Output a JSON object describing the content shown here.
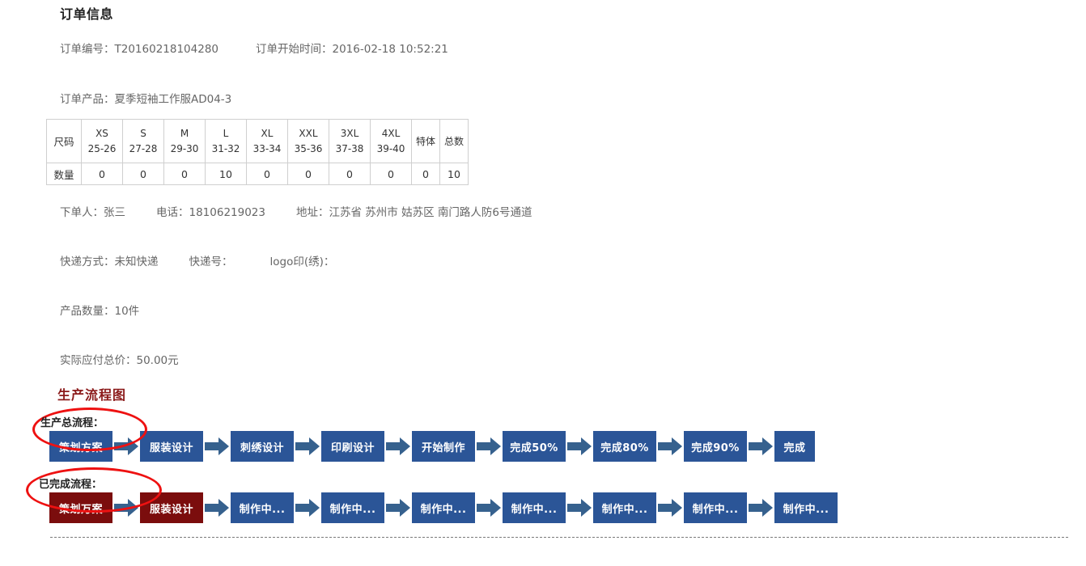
{
  "order": {
    "section_title": "订单信息",
    "order_no_label": "订单编号：",
    "order_no_value": "T20160218104280",
    "start_time_label": "订单开始时间：",
    "start_time_value": "2016-02-18 10:52:21",
    "product_label": "订单产品：",
    "product_value": "夏季短袖工作服AD04-3",
    "customer_label": "下单人：",
    "customer_value": "张三",
    "phone_label": "电话：",
    "phone_value": "18106219023",
    "address_label": "地址：",
    "address_value": "江苏省 苏州市 姑苏区 南门路人防6号通道",
    "express_type_label": "快递方式：",
    "express_type_value": "未知快递",
    "express_no_label": "快递号：",
    "express_no_value": "",
    "logo_print_label": "logo印(绣)：",
    "logo_print_value": "",
    "quantity_label": "产品数量：",
    "quantity_value": "10件",
    "total_price_label": "实际应付总价：",
    "total_price_value": "50.00元"
  },
  "size_table": {
    "row_header_size": "尺码",
    "row_header_qty": "数量",
    "columns": [
      {
        "size": "XS",
        "range": "25-26"
      },
      {
        "size": "S",
        "range": "27-28"
      },
      {
        "size": "M",
        "range": "29-30"
      },
      {
        "size": "L",
        "range": "31-32"
      },
      {
        "size": "XL",
        "range": "33-34"
      },
      {
        "size": "XXL",
        "range": "35-36"
      },
      {
        "size": "3XL",
        "range": "37-38"
      },
      {
        "size": "4XL",
        "range": "39-40"
      }
    ],
    "special_label": "特体",
    "total_label": "总数",
    "quantities": [
      "0",
      "0",
      "0",
      "10",
      "0",
      "0",
      "0",
      "0"
    ],
    "special_qty": "0",
    "total_qty": "10"
  },
  "flow": {
    "title": "生产流程图",
    "total_label": "生产总流程：",
    "done_label": "已完成流程：",
    "total_steps": [
      {
        "label": "策划方案",
        "state": "pending"
      },
      {
        "label": "服装设计",
        "state": "pending"
      },
      {
        "label": "刺绣设计",
        "state": "pending"
      },
      {
        "label": "印刷设计",
        "state": "pending"
      },
      {
        "label": "开始制作",
        "state": "pending"
      },
      {
        "label": "完成50%",
        "state": "pending"
      },
      {
        "label": "完成80%",
        "state": "pending"
      },
      {
        "label": "完成90%",
        "state": "pending"
      },
      {
        "label": "完成",
        "state": "pending"
      }
    ],
    "done_steps": [
      {
        "label": "策划万案",
        "state": "done"
      },
      {
        "label": "服装设计",
        "state": "done"
      },
      {
        "label": "制作中...",
        "state": "pending"
      },
      {
        "label": "制作中...",
        "state": "pending"
      },
      {
        "label": "制作中...",
        "state": "pending"
      },
      {
        "label": "制作中...",
        "state": "pending"
      },
      {
        "label": "制作中...",
        "state": "pending"
      },
      {
        "label": "制作中...",
        "state": "pending"
      },
      {
        "label": "制作中...",
        "state": "pending"
      }
    ]
  },
  "colors": {
    "box_blue": "#2B5597",
    "box_maroon": "#7B0D0D",
    "arrow_blue": "#36618E",
    "annotation_red": "#EE1111",
    "flow_title_red": "#8B1A1A"
  }
}
